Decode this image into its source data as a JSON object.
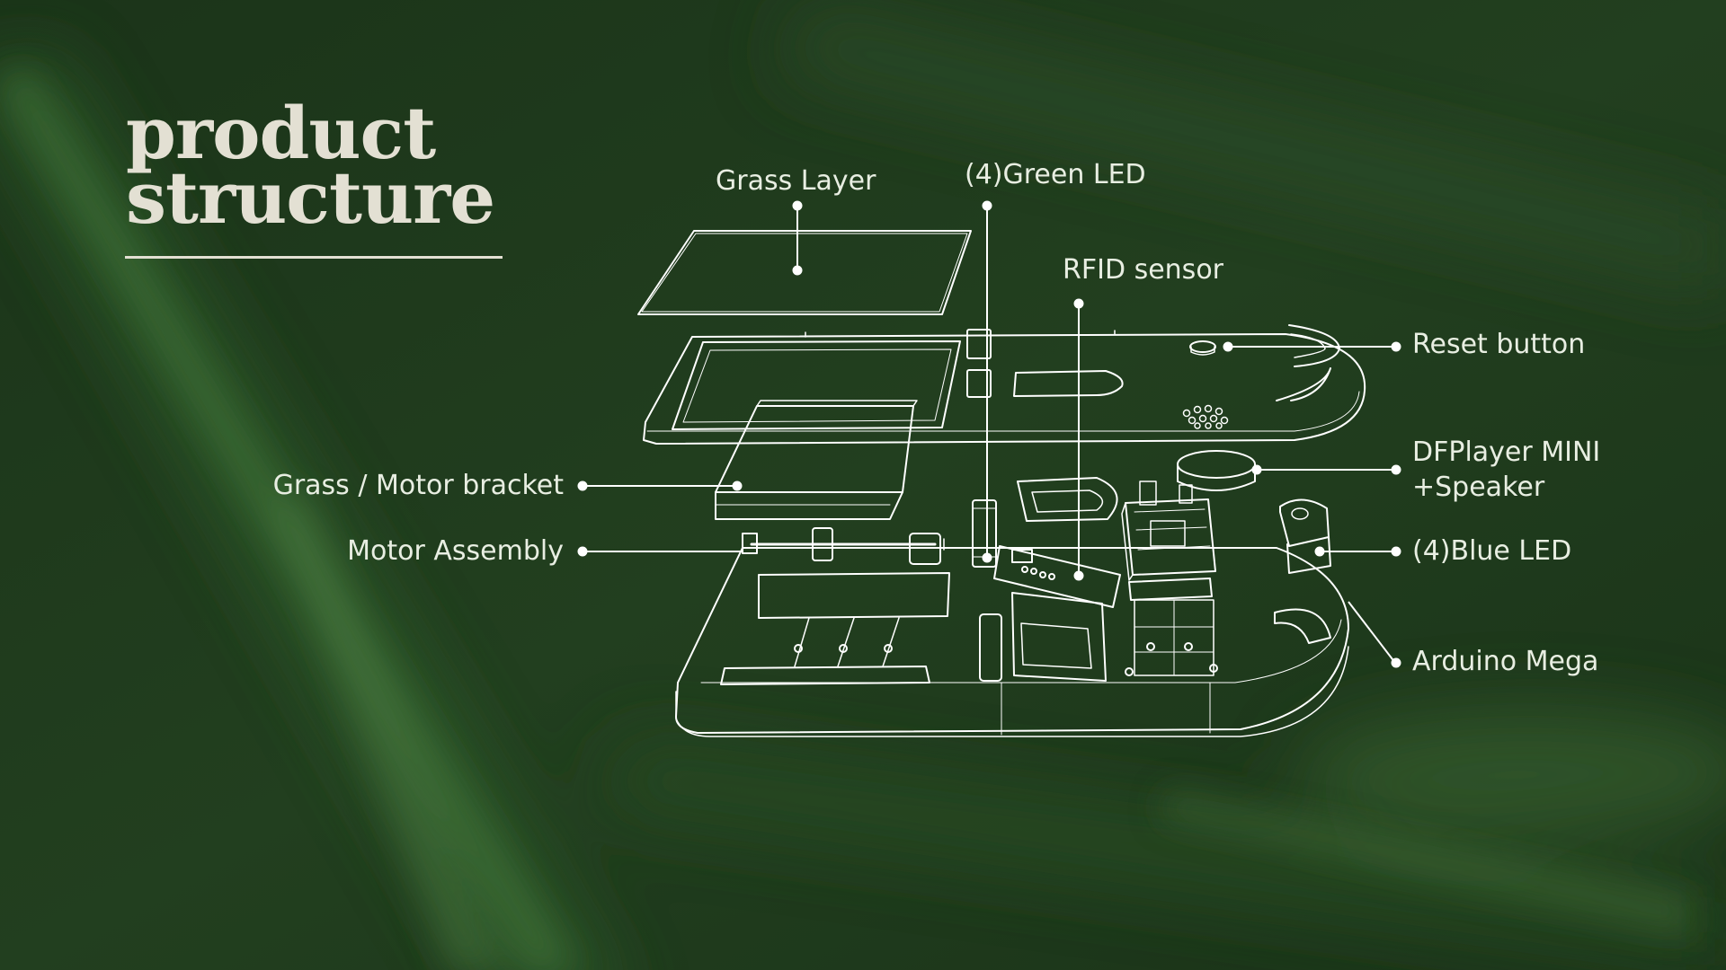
{
  "title": {
    "line1": "product",
    "line2": "structure"
  },
  "labels": {
    "grass_layer": "Grass Layer",
    "green_led": "(4)Green LED",
    "rfid_sensor": "RFID sensor",
    "reset_button": "Reset button",
    "dfplayer_line1": "DFPlayer MINI",
    "dfplayer_line2": "+Speaker",
    "grass_motor_bracket": "Grass / Motor bracket",
    "motor_assembly": "Motor Assembly",
    "blue_led": "(4)Blue LED",
    "arduino_mega": "Arduino Mega"
  },
  "colors": {
    "background": "#1f3a1c",
    "title": "#e3e0d3",
    "line_art": "#ffffff",
    "label": "#e8eee2"
  }
}
